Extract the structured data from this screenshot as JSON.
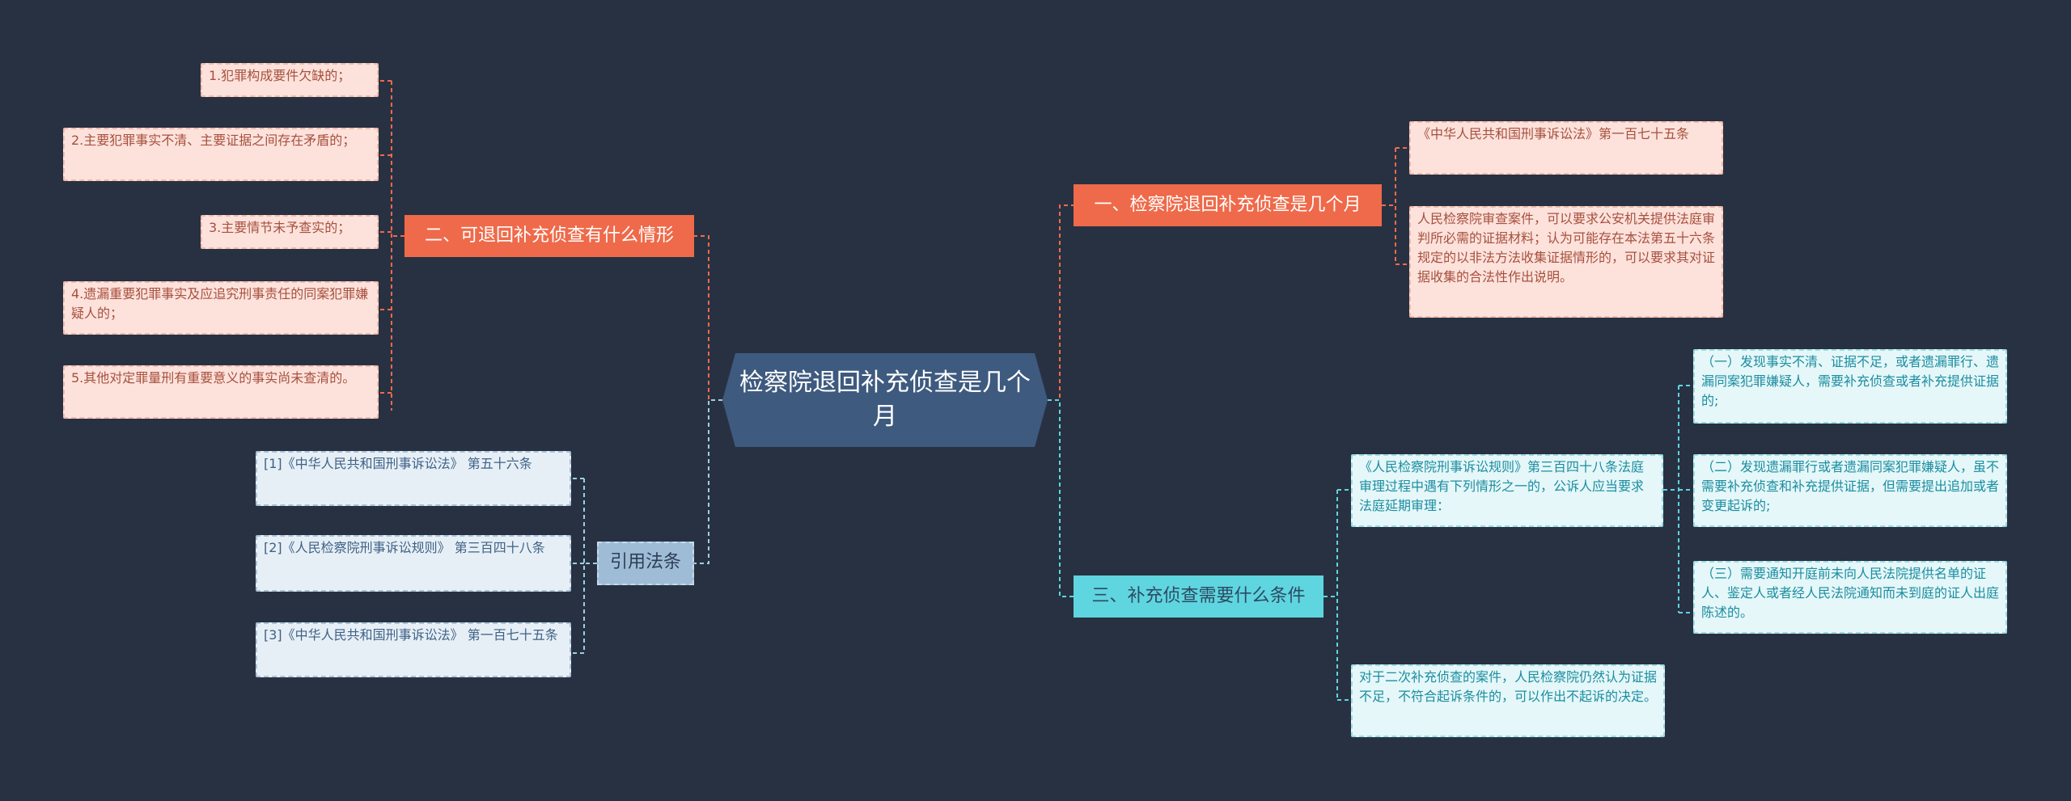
{
  "center": {
    "title": "检察院退回补充侦查是几个月"
  },
  "branches": {
    "b1": {
      "label": "一、检察院退回补充侦查是几个月",
      "color": "#ef6a4a"
    },
    "b2": {
      "label": "二、可退回补充侦查有什么情形",
      "color": "#ef6a4a"
    },
    "b3": {
      "label": "三、补充侦查需要什么条件",
      "color": "#5fd5df"
    },
    "b4": {
      "label": "引用法条",
      "color": "#9fbcd7"
    }
  },
  "b1_children": [
    "《中华人民共和国刑事诉讼法》第一百七十五条",
    "人民检察院审查案件，可以要求公安机关提供法庭审判所必需的证据材料；认为可能存在本法第五十六条规定的以非法方法收集证据情形的，可以要求其对证据收集的合法性作出说明。"
  ],
  "b2_children": [
    "1.犯罪构成要件欠缺的；",
    "2.主要犯罪事实不清、主要证据之间存在矛盾的；",
    "3.主要情节未予查实的；",
    "4.遗漏重要犯罪事实及应追究刑事责任的同案犯罪嫌疑人的；",
    "5.其他对定罪量刑有重要意义的事实尚未查清的。"
  ],
  "b3_children": {
    "rule": "《人民检察院刑事诉讼规则》第三百四十八条法庭审理过程中遇有下列情形之一的，公诉人应当要求法庭延期审理：",
    "items": [
      "（一）发现事实不清、证据不足，或者遗漏罪行、遗漏同案犯罪嫌疑人，需要补充侦查或者补充提供证据的;",
      "（二）发现遗漏罪行或者遗漏同案犯罪嫌疑人，虽不需要补充侦查和补充提供证据，但需要提出追加或者变更起诉的;",
      "（三）需要通知开庭前未向人民法院提供名单的证人、鉴定人或者经人民法院通知而未到庭的证人出庭陈述的。"
    ],
    "note": "对于二次补充侦查的案件，人民检察院仍然认为证据不足，不符合起诉条件的，可以作出不起诉的决定。"
  },
  "b4_children": [
    "[1]《中华人民共和国刑事诉讼法》 第五十六条",
    "[2]《人民检察院刑事诉讼规则》 第三百四十八条",
    "[3]《中华人民共和国刑事诉讼法》 第一百七十五条"
  ]
}
